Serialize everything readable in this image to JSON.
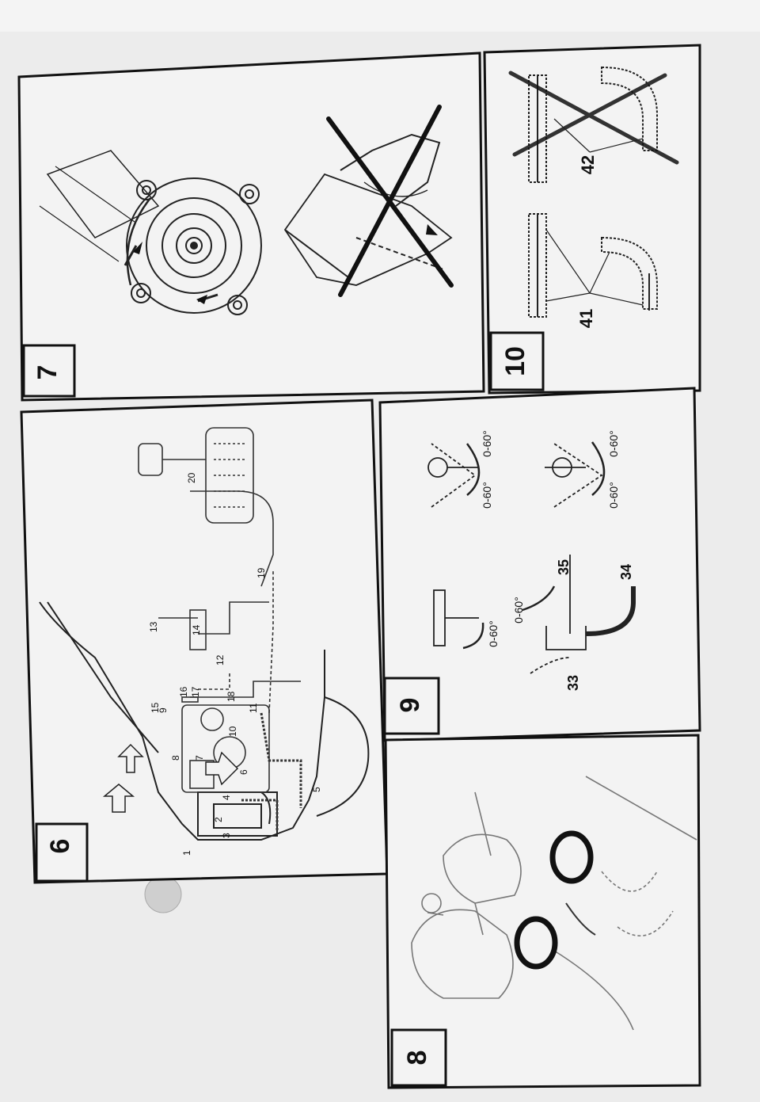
{
  "panels": {
    "p6": {
      "number": "6"
    },
    "p7": {
      "number": "7"
    },
    "p8": {
      "number": "8"
    },
    "p9": {
      "number": "9"
    },
    "p10": {
      "number": "10"
    }
  },
  "figure6": {
    "callouts": [
      "1",
      "2",
      "3",
      "4",
      "5",
      "6",
      "7",
      "8",
      "9",
      "10",
      "11",
      "12",
      "13",
      "14",
      "15",
      "16",
      "17",
      "18",
      "19",
      "20"
    ]
  },
  "figure9": {
    "angle_label": "0-60°",
    "callouts": [
      "33",
      "34",
      "35"
    ]
  },
  "figure10": {
    "callouts": [
      "41",
      "42"
    ]
  }
}
